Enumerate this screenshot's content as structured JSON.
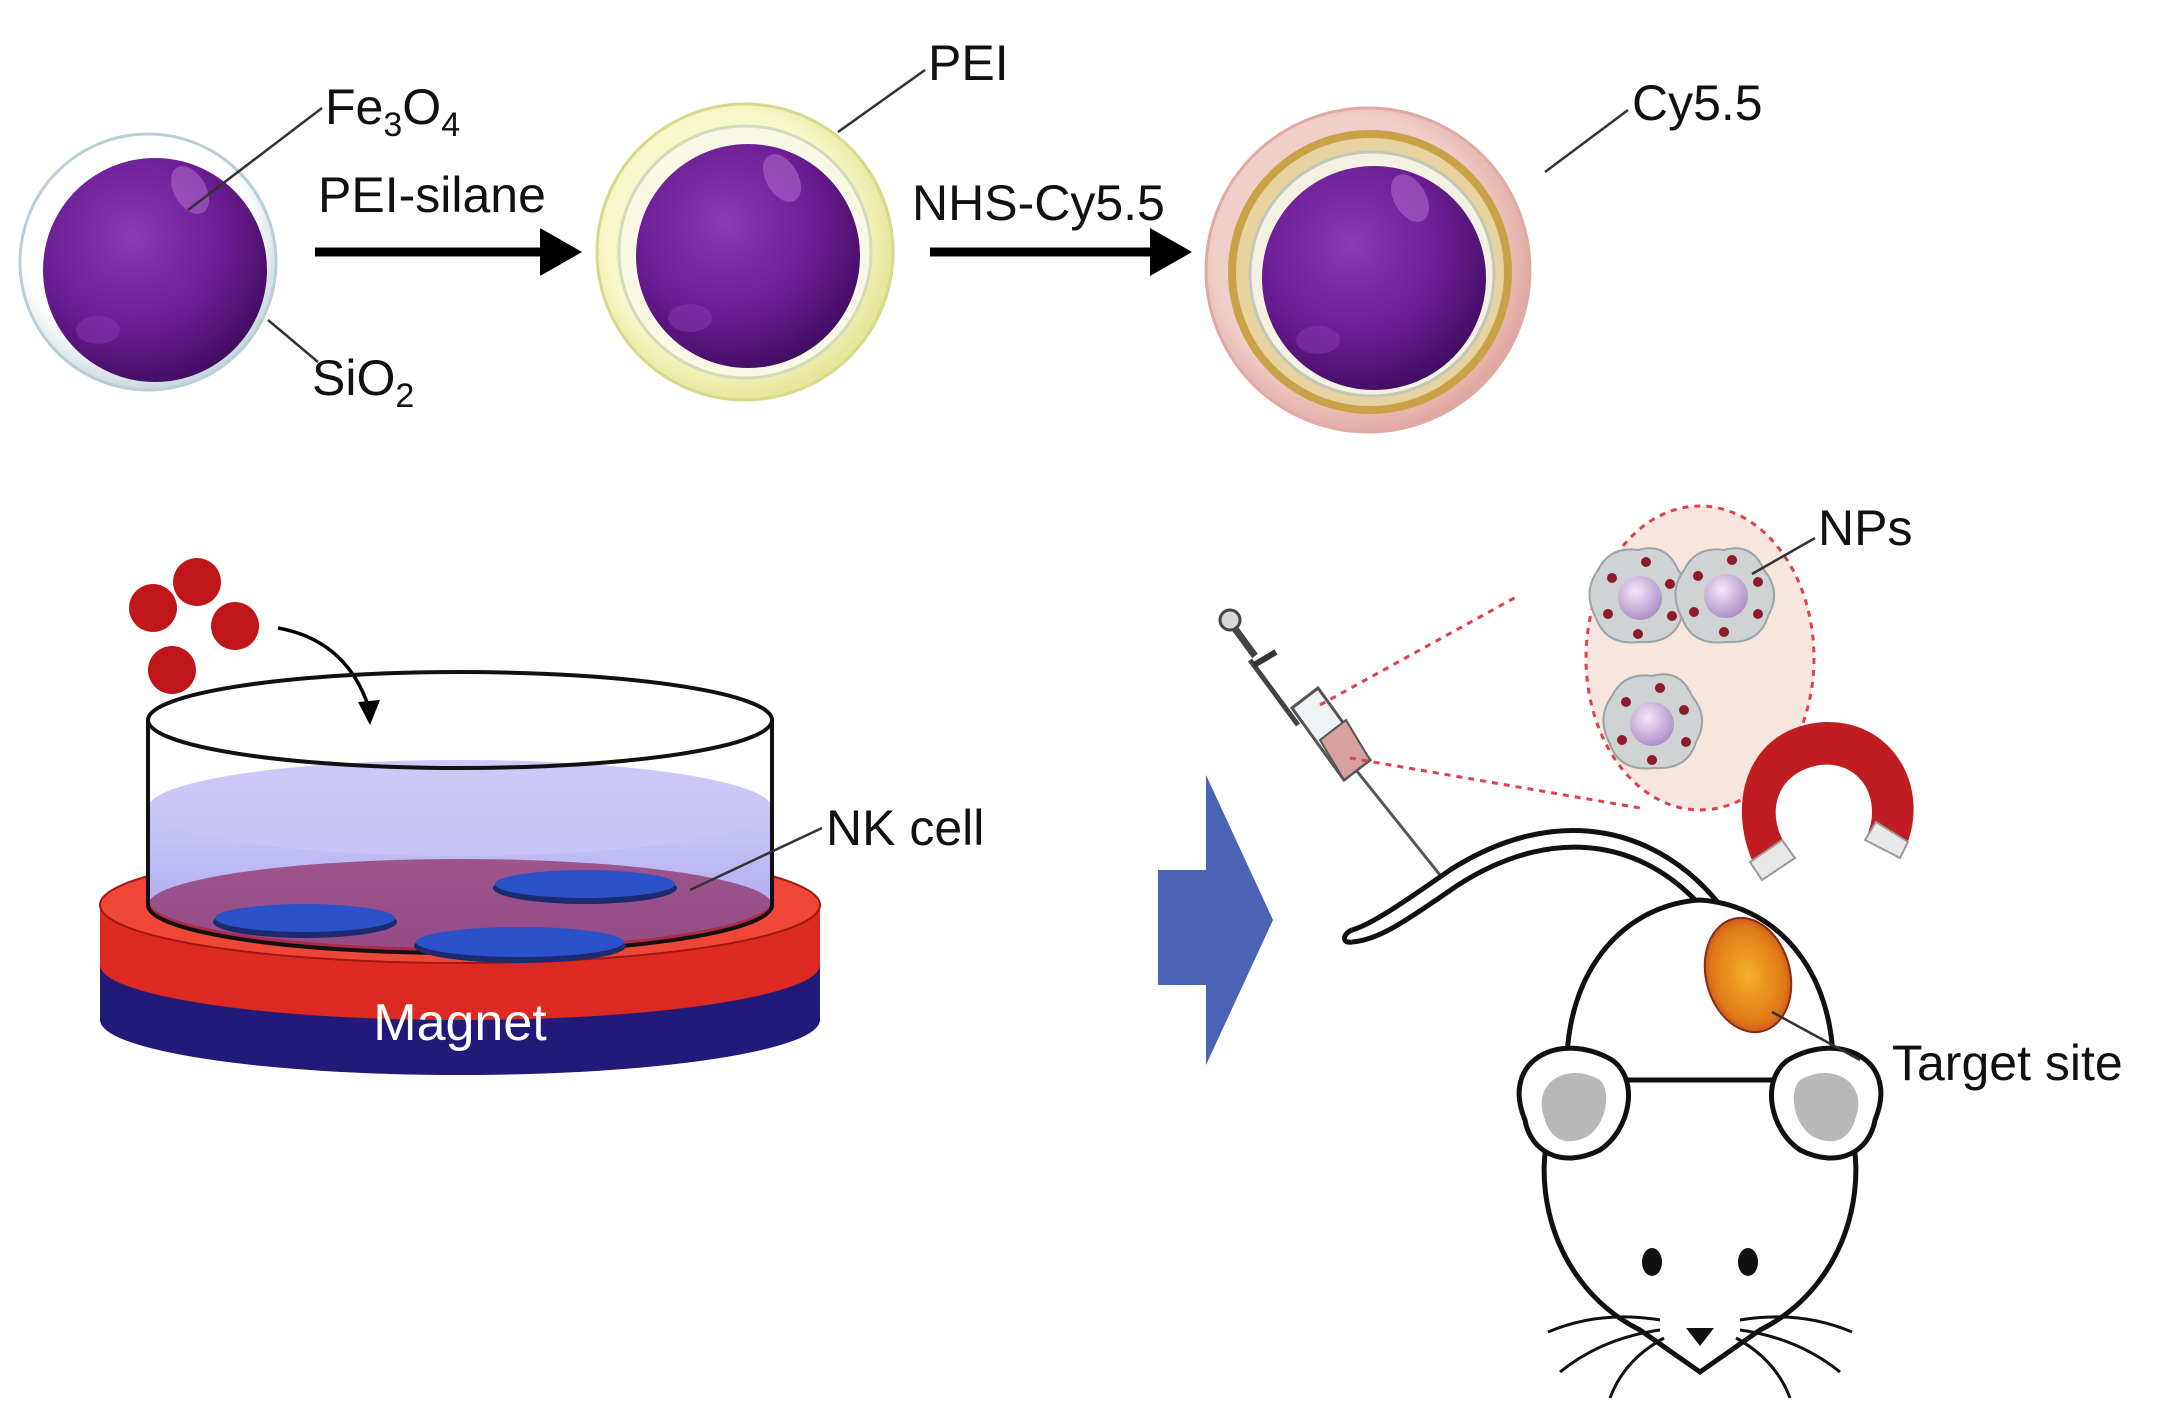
{
  "labels": {
    "fe3o4": {
      "main": "Fe",
      "sub1": "3",
      "mid": "O",
      "sub2": "4"
    },
    "sio2": {
      "main": "SiO",
      "sub": "2"
    },
    "pei": "PEI",
    "cy55": "Cy5.5",
    "pei_silane": "PEI-silane",
    "nhs_cy55": "NHS-Cy5.5",
    "nk_cell": "NK cell",
    "magnet": "Magnet",
    "nps": "NPs",
    "target_site": "Target site"
  },
  "colors": {
    "core": "#6a1c92",
    "silica_shell": "#d6e4e8",
    "pei_shell": "#eef0a6",
    "cy55_shell": "#e7b0ac",
    "gold_ring": "#c9a247",
    "particle_dots": "#c0161a",
    "medium": "#b6b3f0",
    "dish_base": "#a8224a",
    "nk_cell": "#2b52c8",
    "magnet_top": "#dc2a22",
    "magnet_bottom": "#211a78",
    "big_arrow": "#4a63b5",
    "target": "#e8861a",
    "magnet_horseshoe": "#c01d22"
  },
  "icons": [
    "syringe-icon",
    "mouse-icon",
    "horseshoe-magnet-icon",
    "petri-dish-icon"
  ]
}
